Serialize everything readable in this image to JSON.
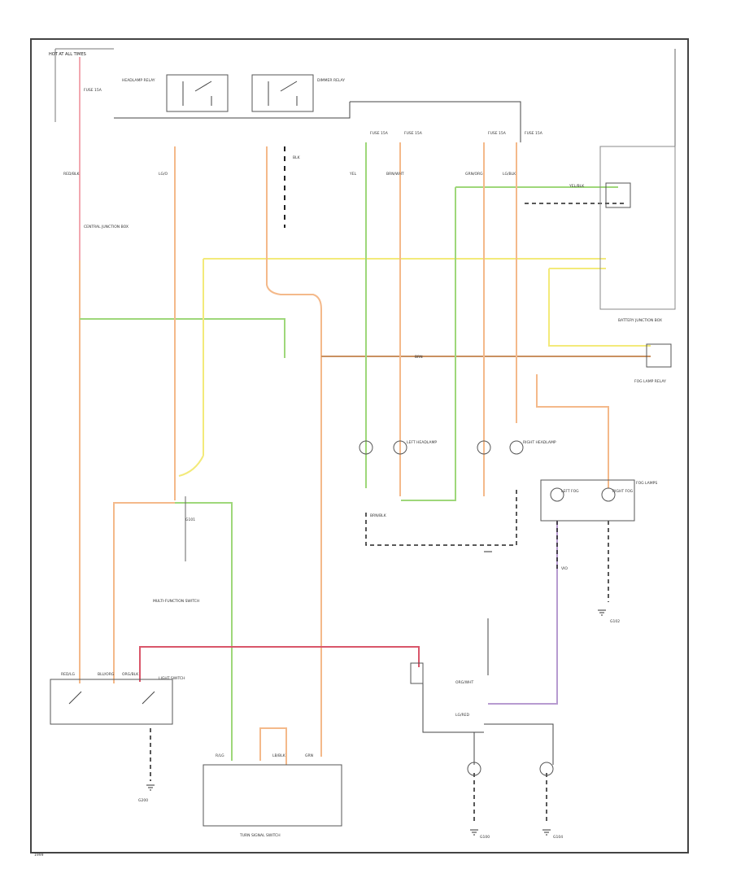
{
  "colors": {
    "frame": "#444444",
    "pink": "#f2a7b0",
    "orange": "#f4b98a",
    "yellow": "#f3ea7a",
    "green": "#9ed77a",
    "brown": "#c99060",
    "red": "#d9566a",
    "violet": "#b79bd0",
    "black": "#222222"
  },
  "labels": {
    "hot_at_all_times": "HOT AT ALL TIMES",
    "fuse_tl": "FUSE 15A",
    "central_junction_box": "CENTRAL JUNCTION BOX",
    "relay_left": "HEADLAMP RELAY",
    "relay_right": "DIMMER RELAY",
    "battery_junction_box": "BATTERY JUNCTION BOX",
    "fuse_a": "FUSE 15A",
    "fuse_b": "FUSE 15A",
    "fuse_c": "FUSE 15A",
    "fuse_d": "FUSE 15A",
    "g_left": "G101",
    "multi_switch": "MULTI-FUNCTION SWITCH",
    "light_switch": "LIGHT SWITCH",
    "turn_signal_switch": "TURN SIGNAL SWITCH",
    "left_headlamp": "LEFT HEADLAMP",
    "right_headlamp": "RIGHT HEADLAMP",
    "fog_lamp_relay": "FOG LAMP RELAY",
    "fog_lamps": "FOG LAMPS",
    "left_fog": "LEFT FOG",
    "right_fog": "RIGHT FOG",
    "g_bottom_left": "G200",
    "g_bottom_center": "G100",
    "g_bottom_right": "G104",
    "g_right": "G102",
    "corner_mark": "1999"
  },
  "wires": {
    "w1": "RED/BLK",
    "w2": "LG/O",
    "w3": "YEL",
    "w4": "BRN/WHT",
    "w5": "GRN/ORG",
    "w6": "LG/BLK",
    "w7": "VIO",
    "w8": "BLK",
    "w9": "RED/LG",
    "w10": "BLU/ORG",
    "w11": "ORG/BLK",
    "w12": "R/LG",
    "w13": "LB/BLK",
    "w14": "GRN",
    "w15": "BRN",
    "w16": "BRN/BLK",
    "w17": "ORG/WHT",
    "w18": "LG/RED",
    "w19": "YEL/BLK"
  }
}
